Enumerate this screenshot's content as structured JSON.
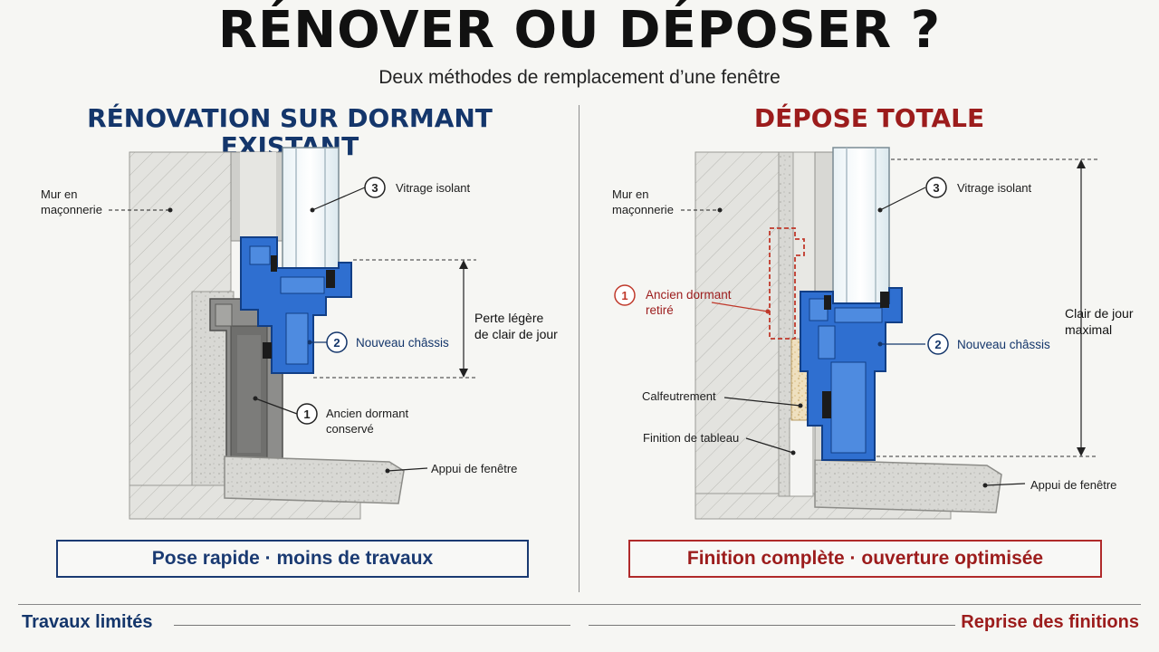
{
  "title": "RÉNOVER OU DÉPOSER ?",
  "subtitle": "Deux méthodes de remplacement d’une fenêtre",
  "left_panel": {
    "title": "RÉNOVATION SUR DORMANT EXISTANT",
    "labels": {
      "wall": [
        "Mur en",
        "maçonnerie"
      ],
      "glazing_num": "3",
      "glazing": "Vitrage isolant",
      "frame_num": "2",
      "frame": "Nouveau châssis",
      "old_frame_num": "1",
      "old_frame": [
        "Ancien dormant",
        "conservé"
      ],
      "daylight": [
        "Perte légère",
        "de clair de jour"
      ],
      "sill": "Appui de fenêtre"
    },
    "summary": "Pose rapide · moins de travaux"
  },
  "right_panel": {
    "title": "DÉPOSE TOTALE",
    "labels": {
      "wall": [
        "Mur en",
        "maçonnerie"
      ],
      "glazing_num": "3",
      "glazing": "Vitrage isolant",
      "removed_num": "1",
      "removed": [
        "Ancien dormant",
        "retiré"
      ],
      "frame_num": "2",
      "frame": "Nouveau châssis",
      "sealing": "Calfeutrement",
      "finish": "Finition de tableau",
      "daylight": [
        "Clair de jour",
        "maximal"
      ],
      "sill": "Appui de fenêtre"
    },
    "summary": "Finition complète · ouverture optimisée"
  },
  "footer": {
    "left": "Travaux limités",
    "right": "Reprise des finitions"
  },
  "colors": {
    "blue": "#14366b",
    "red": "#9c1c1c",
    "frame_blue": "#2f6fd0",
    "concrete": "#dcdcd8"
  }
}
